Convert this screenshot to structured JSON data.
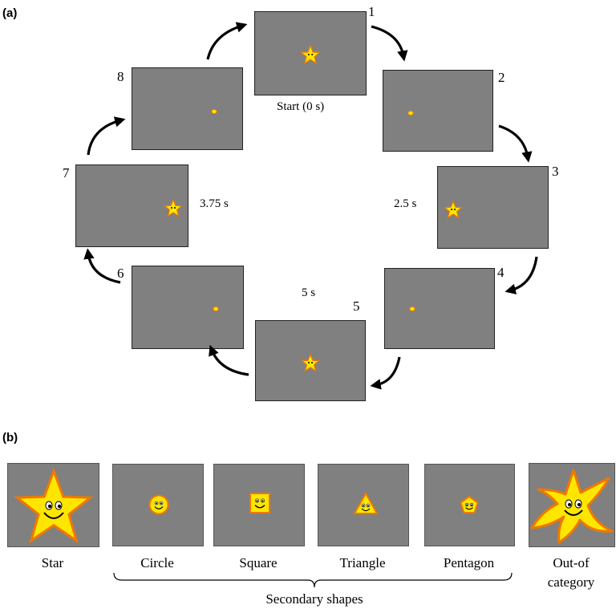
{
  "panel_a": {
    "label": "(a)",
    "frame_numbers": [
      "1",
      "2",
      "3",
      "4",
      "5",
      "6",
      "7",
      "8"
    ],
    "start_label": "Start (0 s)",
    "times": {
      "t2_5": "2.5 s",
      "t3_75": "3.75 s",
      "t5": "5 s"
    }
  },
  "panel_b": {
    "label": "(b)",
    "shapes": [
      "Star",
      "Circle",
      "Square",
      "Triangle",
      "Pentagon"
    ],
    "out_of_category_line1": "Out-of",
    "out_of_category_line2": "category",
    "secondary_label": "Secondary shapes"
  },
  "colors": {
    "screen": "#808080",
    "fill": "#ffe600",
    "outline": "#f07800",
    "arrow": "#000000"
  }
}
